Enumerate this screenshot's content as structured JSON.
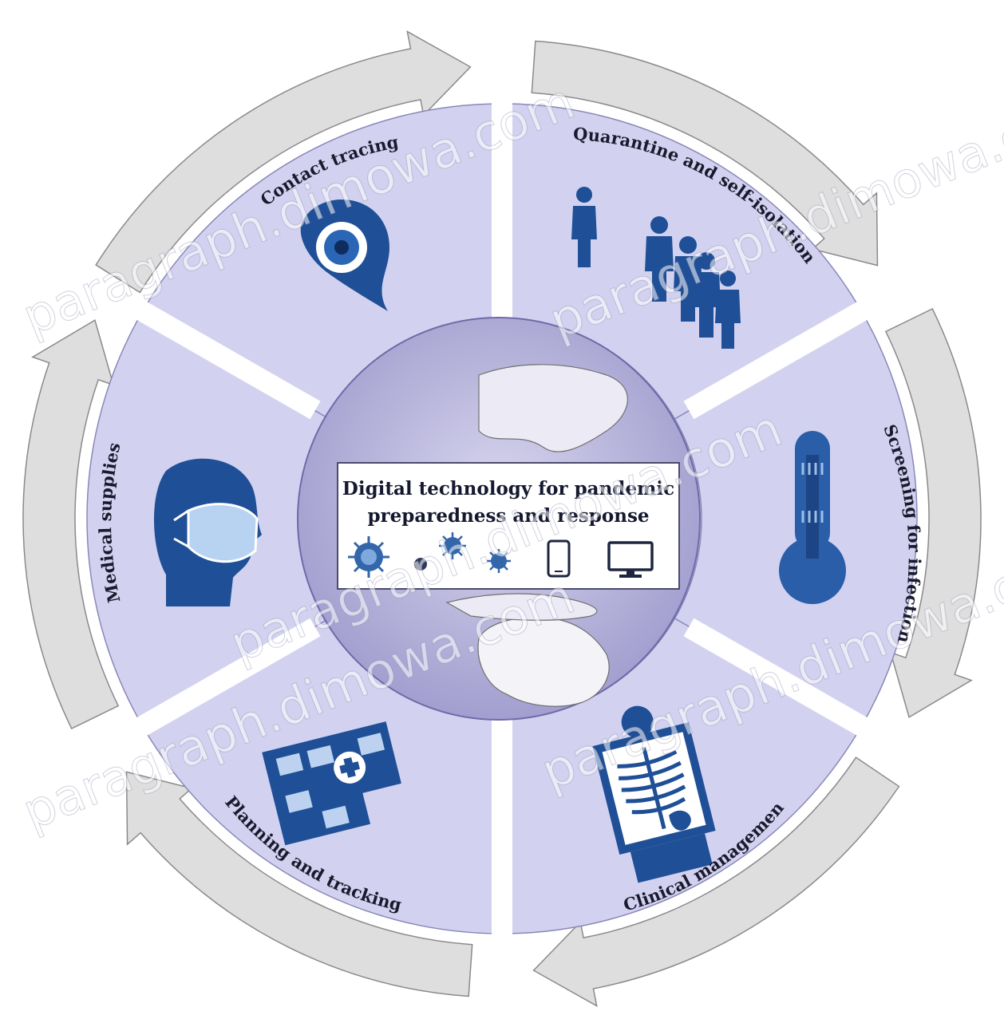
{
  "center": {
    "title_line1": "Digital technology for pandemic",
    "title_line2": "preparedness and response"
  },
  "segments": [
    {
      "label": "Contact tracing",
      "icon": "location-pin-icon"
    },
    {
      "label": "Quarantine and self-isolation",
      "icon": "people-icon"
    },
    {
      "label": "Screening for infection",
      "icon": "thermometer-icon"
    },
    {
      "label": "Clinical management",
      "icon": "x-ray-icon"
    },
    {
      "label": "Planning and tracking",
      "icon": "hospital-map-icon"
    },
    {
      "label": "Medical supplies",
      "icon": "face-mask-icon"
    }
  ],
  "center_icons": [
    "virus-icon",
    "dot-icon",
    "virus-icon",
    "virus-icon",
    "smartphone-icon",
    "monitor-icon"
  ],
  "watermark": "paragraph.dimowa.com",
  "colors": {
    "segment_fill": "#d2d2f0",
    "arrow_fill": "#dedede",
    "icon_blue": "#1f4f96",
    "globe_fill": "#b9b6dc"
  }
}
